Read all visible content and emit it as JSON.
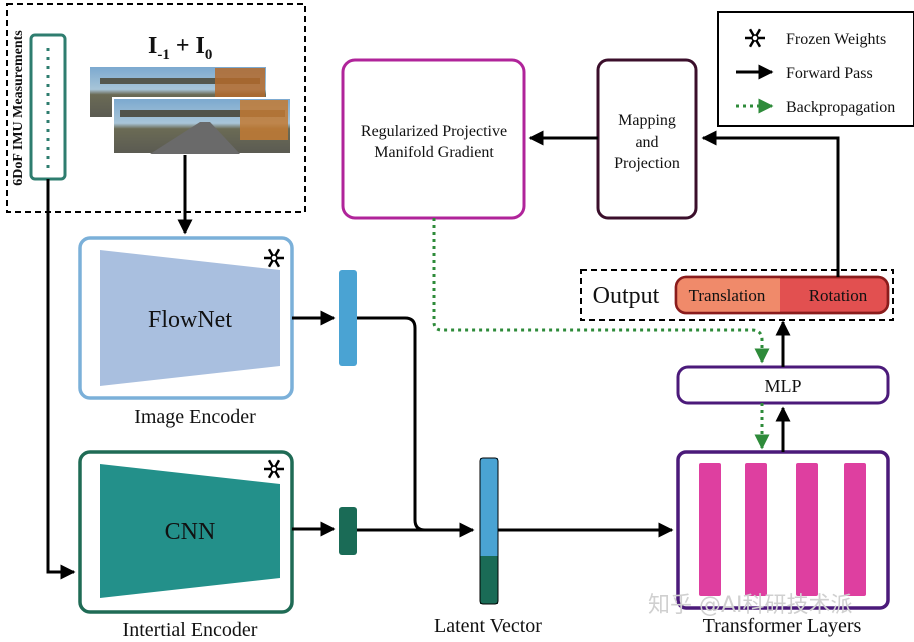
{
  "input": {
    "frames_label_main": "I",
    "frames_sub1": "-1",
    "frames_plus": " + I",
    "frames_sub2": "0",
    "imu_label": "6DoF IMU Measurements"
  },
  "encoders": {
    "image": {
      "block": "FlowNet",
      "caption": "Image Encoder"
    },
    "inertial": {
      "block": "CNN",
      "caption": "Intertial Encoder"
    }
  },
  "latent": {
    "caption": "Latent Vector"
  },
  "transformer": {
    "caption": "Transformer Layers"
  },
  "mlp": {
    "label": "MLP"
  },
  "output": {
    "label": "Output",
    "translation": "Translation",
    "rotation": "Rotation"
  },
  "mapping": {
    "line1": "Mapping",
    "line2": "and",
    "line3": "Projection"
  },
  "gradient": {
    "line1": "Regularized Projective",
    "line2": "Manifold Gradient"
  },
  "legend": {
    "frozen": "Frozen Weights",
    "forward": "Forward Pass",
    "backprop": "Backpropagation"
  },
  "watermark": "知乎 @AI科研技术派",
  "colors": {
    "imu": "#2e7d6f",
    "image_encoder_border": "#7bb0d9",
    "flownet_fill": "#a9bfdf",
    "inertial_border": "#1f6b55",
    "cnn_fill": "#23908a",
    "image_feature": "#4aa3d3",
    "inertial_feature": "#1a6b56",
    "transformer_border": "#4b1a7a",
    "transformer_bar": "#de3fa0",
    "gradient_border": "#b0249a",
    "mapping_border": "#3b0f2b",
    "translation_fill": "#f08a6a",
    "rotation_fill": "#e25050",
    "backprop": "#2e8b3a"
  }
}
